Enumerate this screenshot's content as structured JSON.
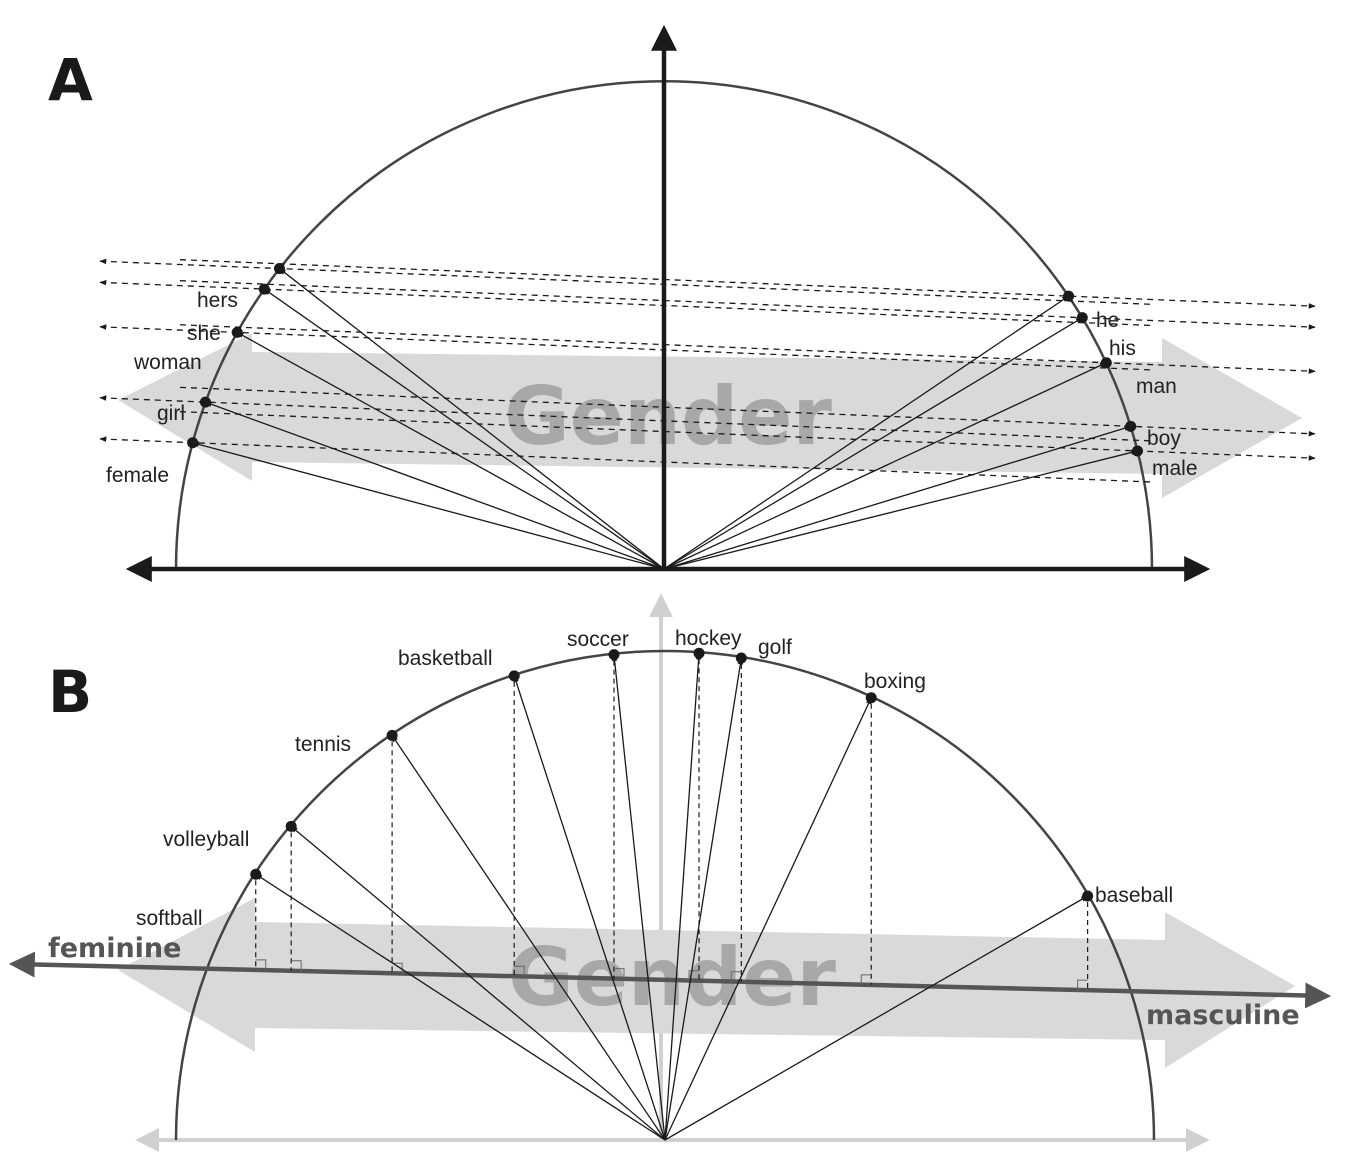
{
  "panel_a": {
    "letter": "A",
    "band_label": "Gender",
    "feminine_words": [
      {
        "label": "hers",
        "angle_deg": 142
      },
      {
        "label": "she",
        "angle_deg": 145
      },
      {
        "label": "woman",
        "angle_deg": 151
      },
      {
        "label": "girl",
        "angle_deg": 160
      },
      {
        "label": "female",
        "angle_deg": 165
      }
    ],
    "masculine_words": [
      {
        "label": "he",
        "angle_deg": 34
      },
      {
        "label": "his",
        "angle_deg": 31
      },
      {
        "label": "man",
        "angle_deg": 25
      },
      {
        "label": "boy",
        "angle_deg": 17
      },
      {
        "label": "male",
        "angle_deg": 14
      }
    ]
  },
  "panel_b": {
    "letter": "B",
    "band_label": "Gender",
    "axis_left_label": "feminine",
    "axis_right_label": "masculine",
    "words": [
      {
        "label": "softball",
        "angle_deg": 147
      },
      {
        "label": "volleyball",
        "angle_deg": 140
      },
      {
        "label": "tennis",
        "angle_deg": 124
      },
      {
        "label": "basketball",
        "angle_deg": 108
      },
      {
        "label": "soccer",
        "angle_deg": 96
      },
      {
        "label": "hockey",
        "angle_deg": 86
      },
      {
        "label": "golf",
        "angle_deg": 81
      },
      {
        "label": "boxing",
        "angle_deg": 65
      },
      {
        "label": "baseball",
        "angle_deg": 30
      }
    ]
  },
  "colors": {
    "ink": "#1a1a1a",
    "arc": "#444444",
    "band": "#d9d9d9",
    "band_text": "#a8a8a8",
    "faded_axis": "#d0d0d0",
    "gender_axis": "#555555"
  }
}
